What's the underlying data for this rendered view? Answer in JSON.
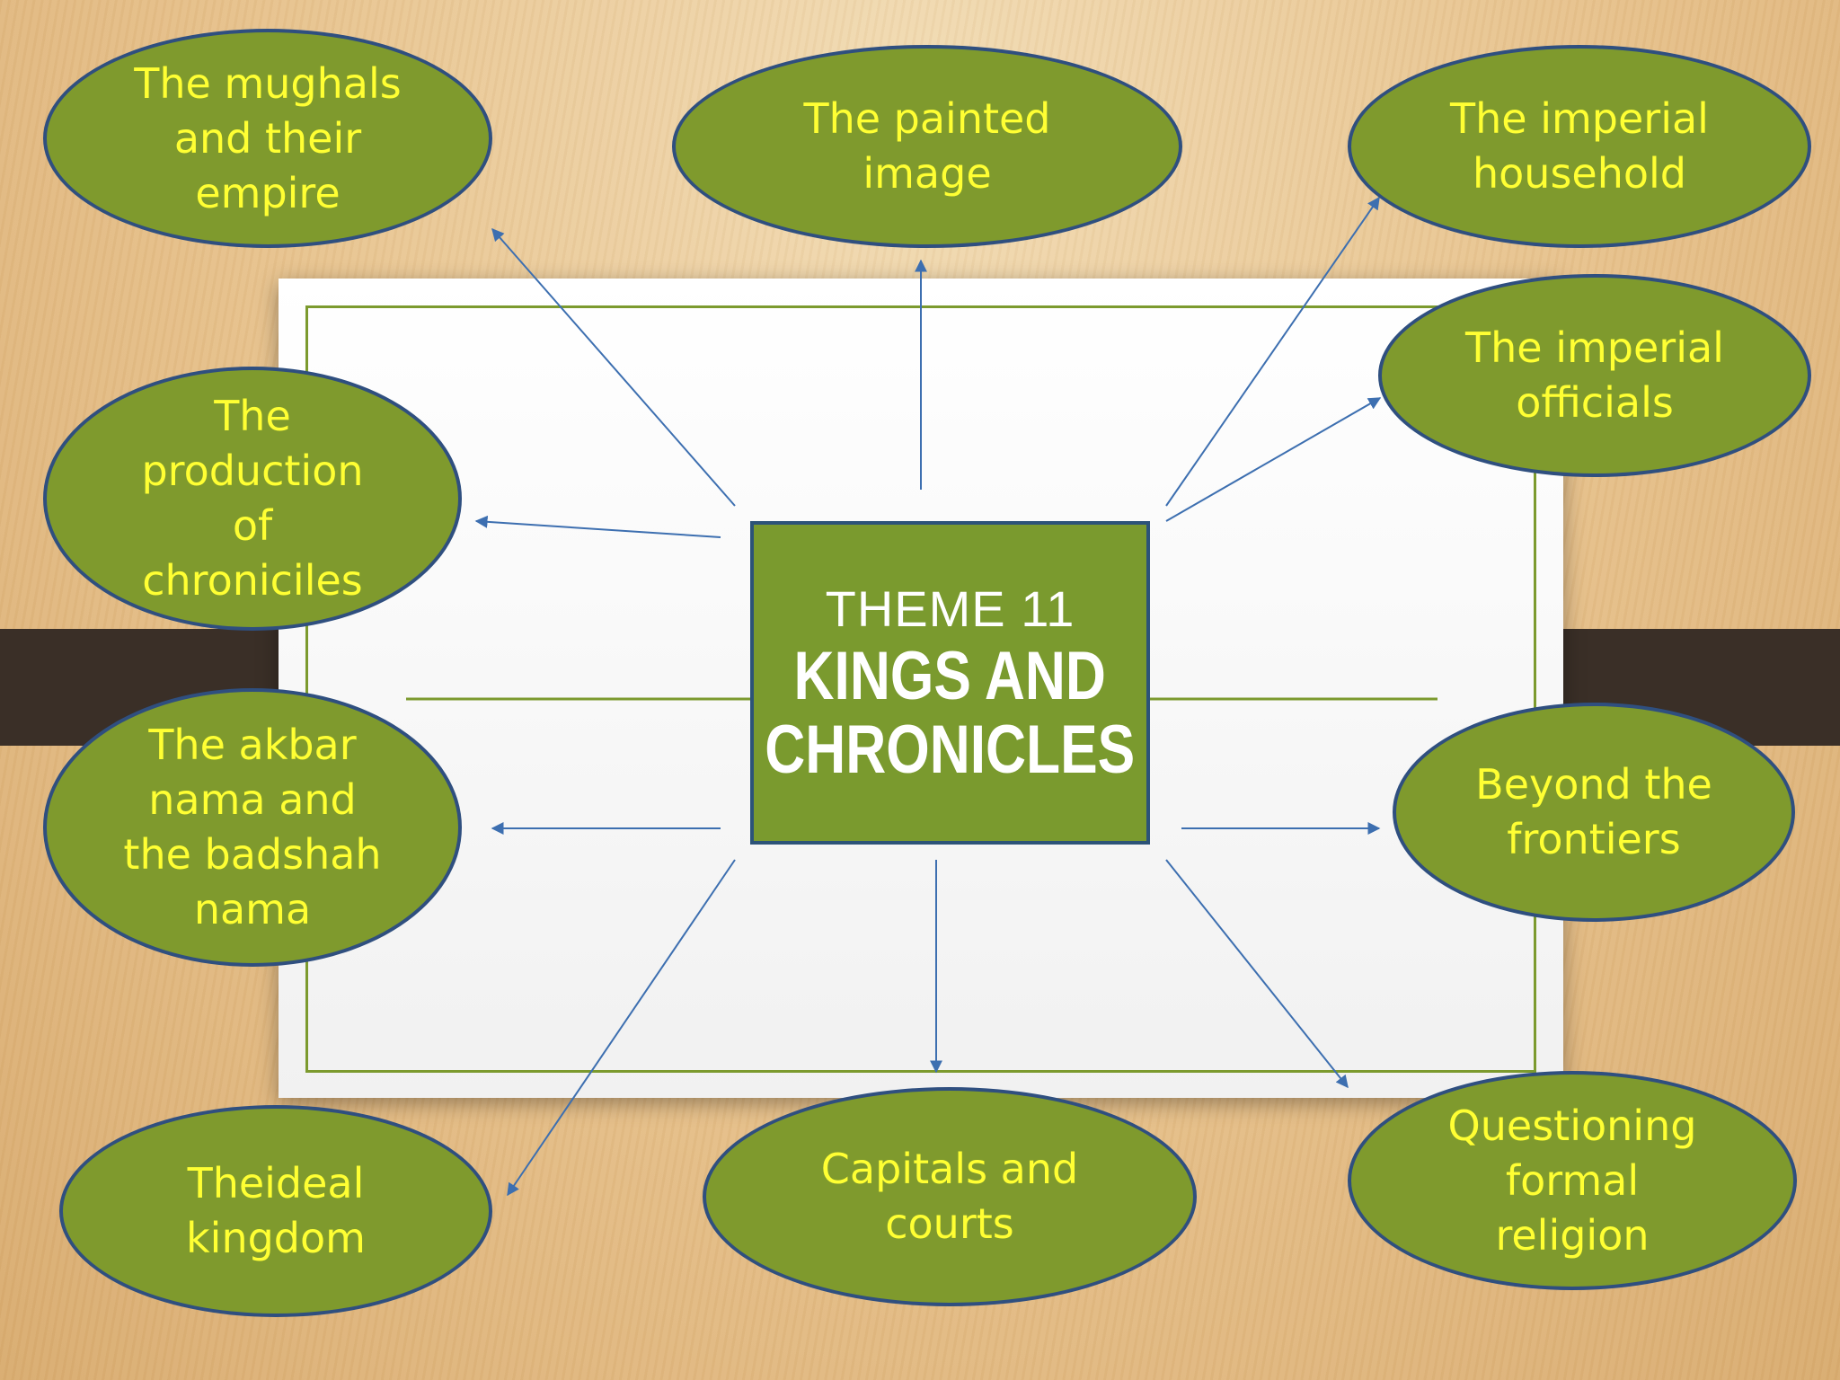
{
  "center": {
    "label": "THEME 11",
    "title_line1": "KINGS AND",
    "title_line2": "CHRONICLES"
  },
  "nodes": [
    {
      "id": "mughals",
      "label": "The mughals\nand their\nempire"
    },
    {
      "id": "painted",
      "label": "The painted\nimage"
    },
    {
      "id": "household",
      "label": "The imperial\nhousehold"
    },
    {
      "id": "officials",
      "label": "The imperial\nofficials"
    },
    {
      "id": "production",
      "label": "The\nproduction\nof\nchroniciles"
    },
    {
      "id": "akbar",
      "label": "The akbar\nnama and\nthe badshah\nnama"
    },
    {
      "id": "frontiers",
      "label": "Beyond the\nfrontiers"
    },
    {
      "id": "ideal",
      "label": "Theideal\nkingdom"
    },
    {
      "id": "capitals",
      "label": "Capitals and\ncourts"
    },
    {
      "id": "religion",
      "label": "Questioning\nformal\nreligion"
    }
  ],
  "colors": {
    "node_fill": "#7f9a2d",
    "node_border": "#2f4f7f",
    "node_text": "#ffff33",
    "center_fill": "#7a9a2e",
    "arrow": "#3d6fb0"
  }
}
